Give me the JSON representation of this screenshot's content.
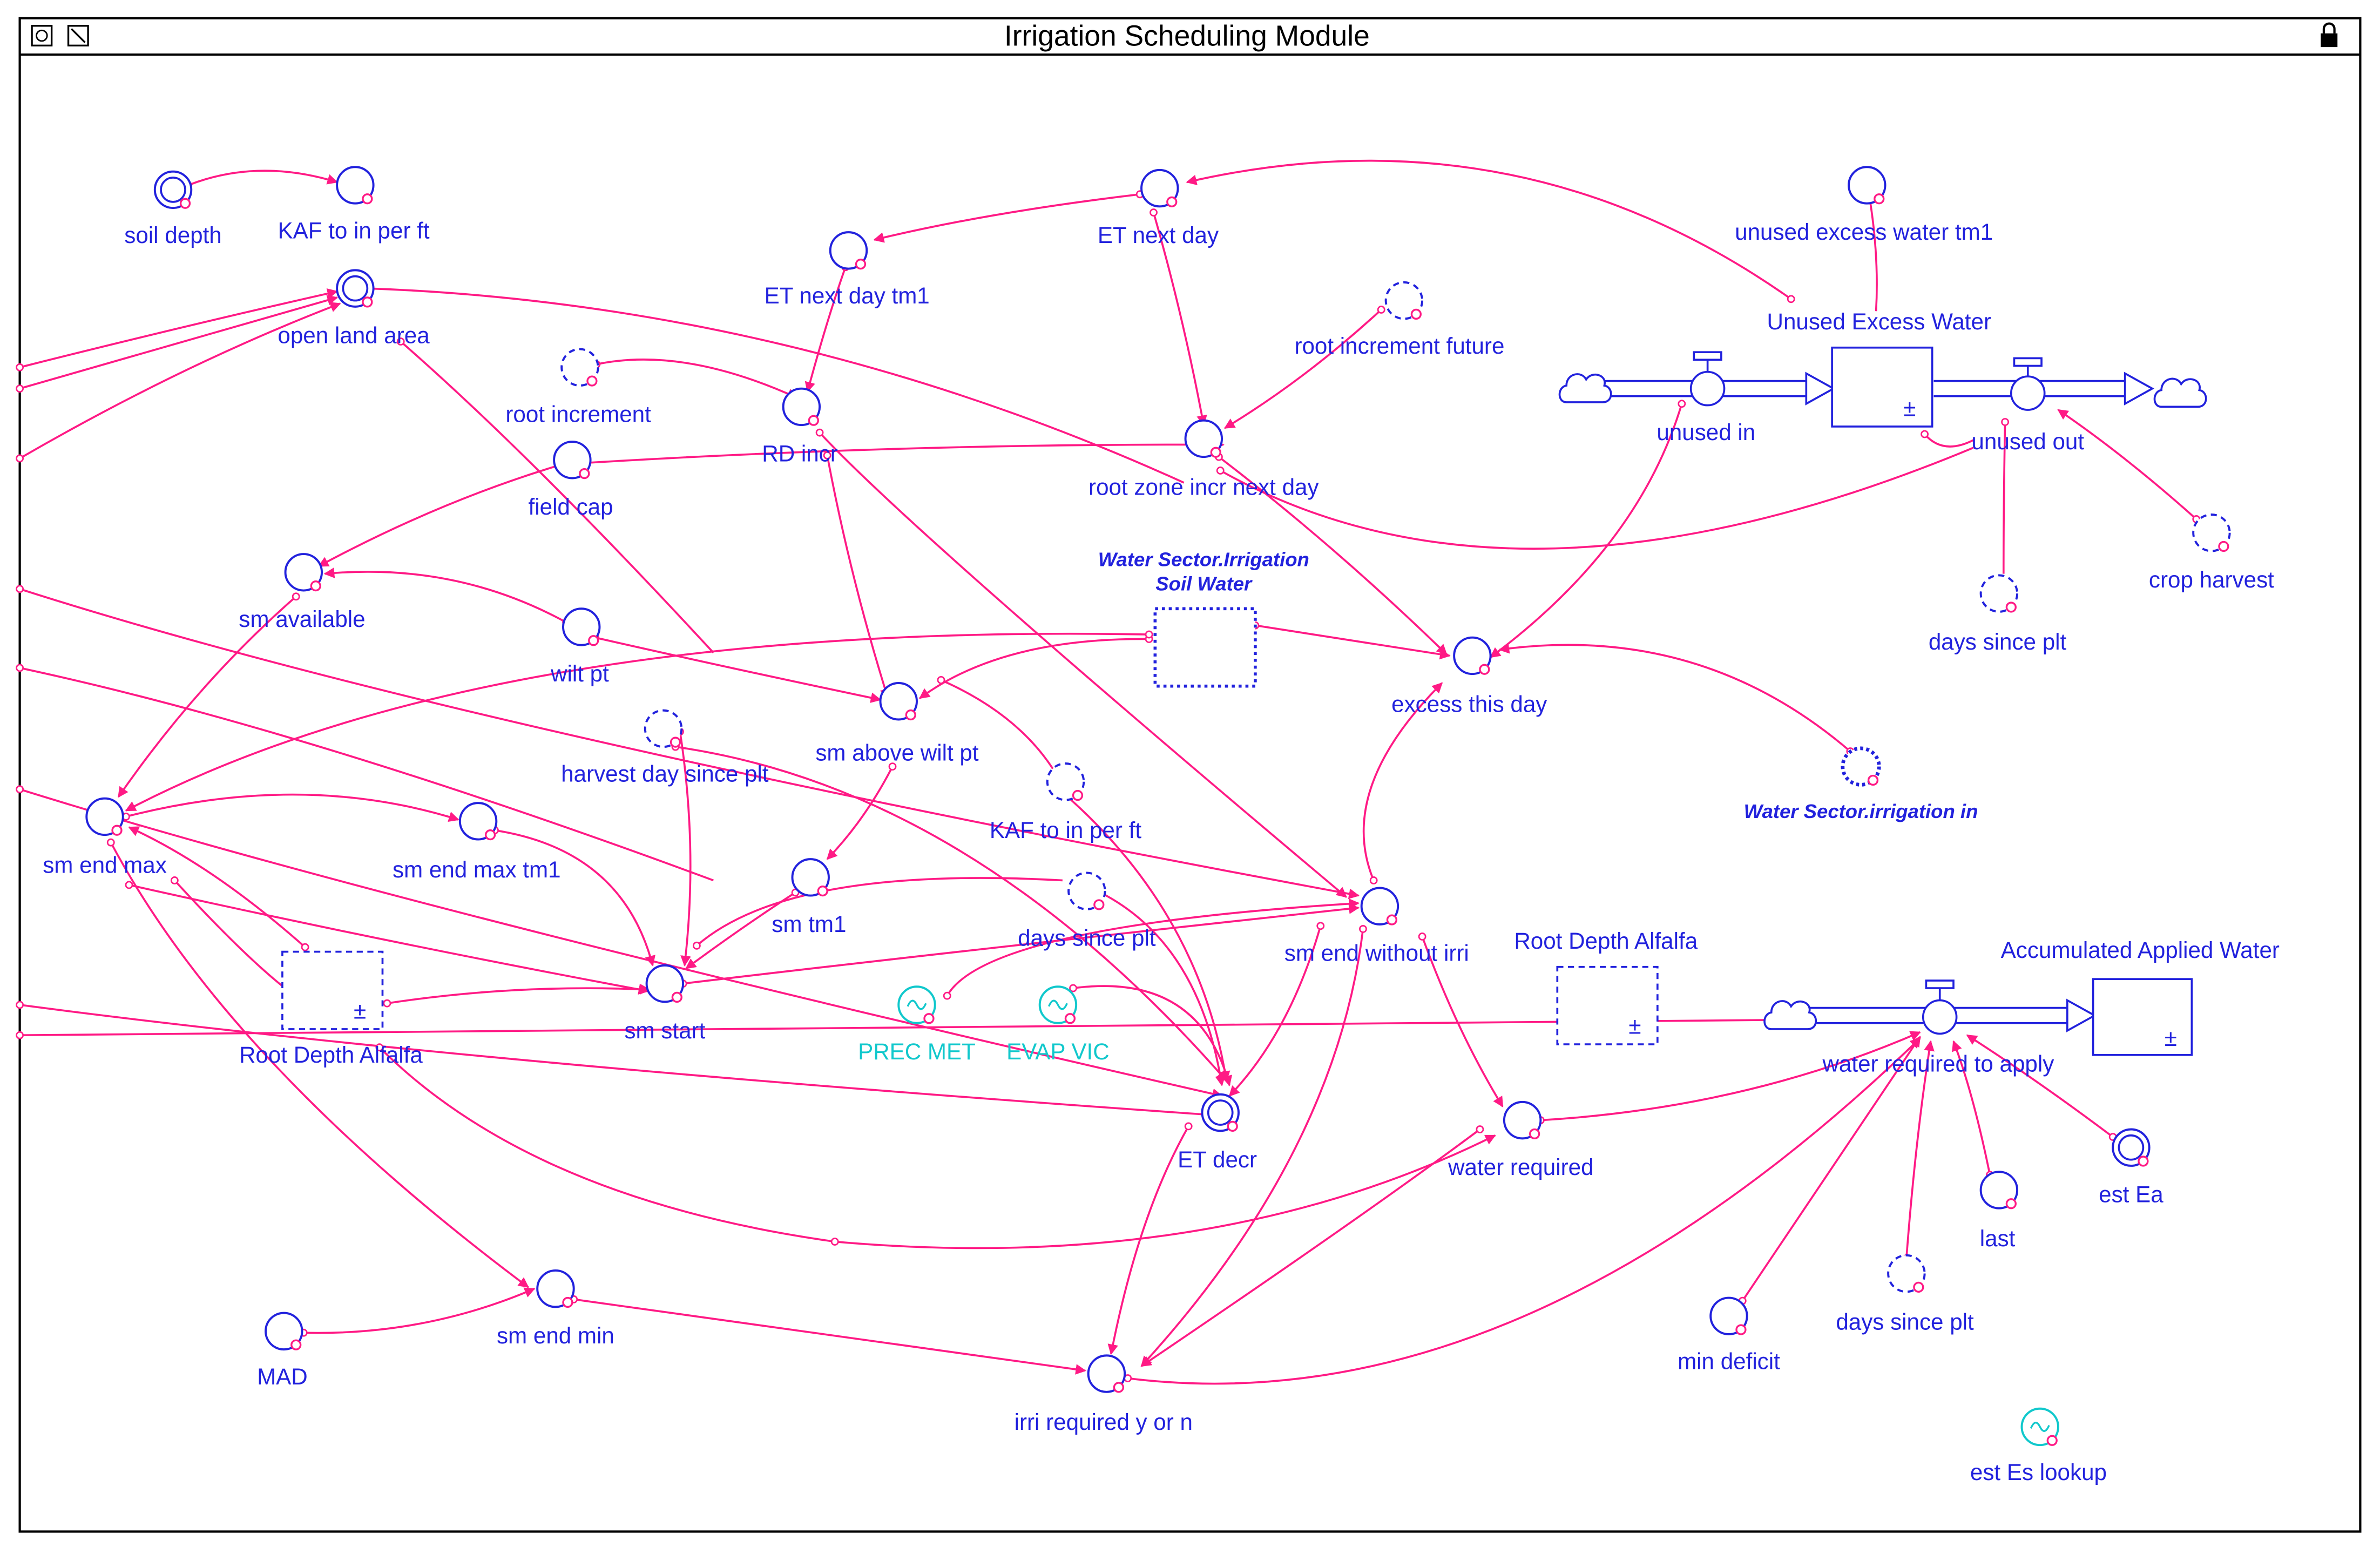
{
  "window": {
    "title": "Irrigation Scheduling Module",
    "controls": [
      "window-menu-icon",
      "zoom-icon"
    ],
    "lock_icon": "lock-icon"
  },
  "colors": {
    "connector": "#ff1a85",
    "node": "#2222dd",
    "graph_var": "#11c8cc",
    "frame": "#000000",
    "background": "#ffffff"
  },
  "nodes": {
    "soil_depth": "soil depth",
    "kaf_to_in_per_ft": "KAF to in per ft",
    "open_land_area": "open land area",
    "et_next_day_tm1": "ET next day tm1",
    "et_next_day": "ET next day",
    "unused_excess_water_tm1": "unused excess water tm1",
    "unused_excess_water": "Unused Excess Water",
    "root_increment_future": "root increment future",
    "root_increment": "root increment",
    "rd_incr": "RD incr",
    "field_cap": "field cap",
    "root_zone_incr_next_day": "root zone incr next day",
    "unused_in": "unused in",
    "unused_out": "unused out",
    "water_sector_irrigation_soil_water": "Water Sector.Irrigation Soil Water",
    "crop_harvest": "crop harvest",
    "days_since_plt_top": "days since plt",
    "sm_available": "sm available",
    "wilt_pt": "wilt pt",
    "excess_this_day": "excess this day",
    "sm_above_wilt_pt": "sm above wilt pt",
    "harvest_day_since_plt": "harvest day since plt",
    "water_sector_irrigation_in": "Water Sector.irrigation in",
    "kaf_to_in_per_ft_2": "KAF to in per ft",
    "sm_end_max": "sm end max",
    "sm_end_max_tm1": "sm end max tm1",
    "sm_tm1": "sm tm1",
    "days_since_plt_mid": "days since plt",
    "sm_end_without_irri": "sm end without irri",
    "root_depth_alfalfa_right": "Root Depth Alfalfa",
    "accumulated_applied_water": "Accumulated Applied Water",
    "sm_start": "sm start",
    "prec_met": "PREC MET",
    "evap_vic": "EVAP VIC",
    "root_depth_alfalfa_left": "Root Depth Alfalfa",
    "water_required_to_apply": "water required to apply",
    "et_decr": "ET decr",
    "water_required": "water required",
    "est_ea": "est Ea",
    "last": "last",
    "sm_end_min": "sm end min",
    "mad": "MAD",
    "days_since_plt_bottom": "days since plt",
    "min_deficit": "min deficit",
    "irri_required_y_or_n": "irri required y or n",
    "est_es_lookup": "est Es lookup"
  }
}
